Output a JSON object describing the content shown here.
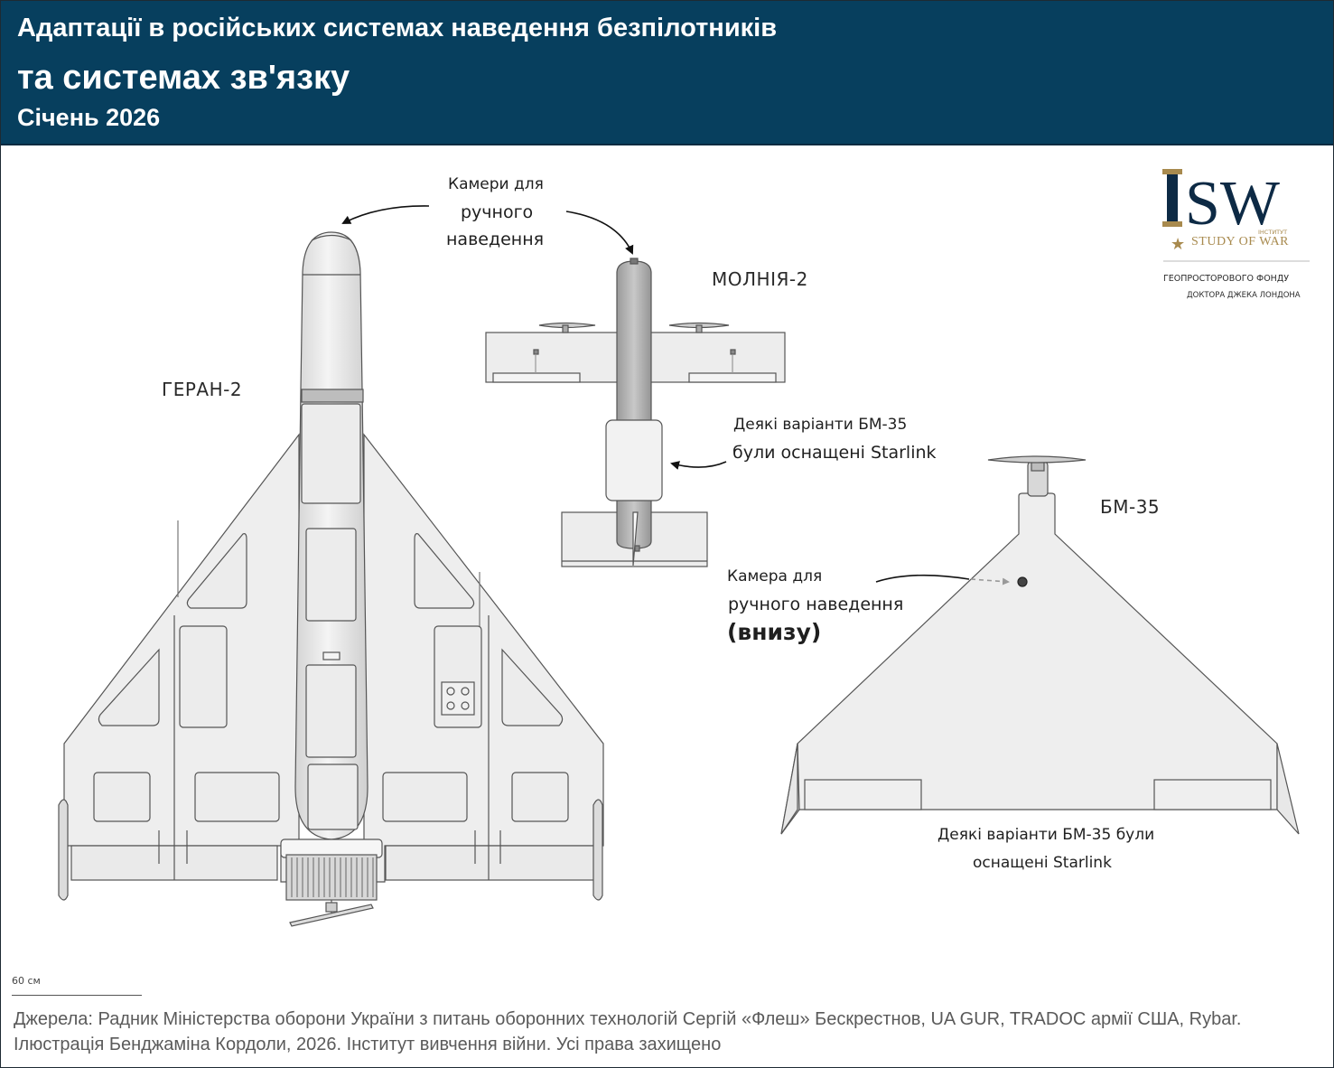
{
  "header": {
    "title_line1": "Адаптації в російських системах наведення безпілотників",
    "title_line2": "та системах зв'язку",
    "subtitle": "Січень 2026"
  },
  "logo": {
    "mark": "ISW",
    "small": "ІНСТИТУТ",
    "name": "STUDY OF WAR",
    "fund_line1": "ГЕОПРОСТОРОВОГО ФОНДУ",
    "fund_line2": "ДОКТОРА ДЖЕКА ЛОНДОНА"
  },
  "drones": {
    "geran": "ГЕРАН-2",
    "molniya": "МОЛНІЯ-2",
    "bm35": "БМ-35"
  },
  "annotations": {
    "cameras_line1": "Камери для",
    "cameras_line2": "ручного",
    "cameras_line3": "наведення",
    "bm35_starlink_line1": "Деякі варіанти БМ-35",
    "bm35_starlink_line2": "були оснащені Starlink",
    "camera_line1": "Камера для",
    "camera_line2": "ручного наведення",
    "camera_line3": "(внизу)",
    "bottom_starlink_line1": "Деякі варіанти БМ-35 були",
    "bottom_starlink_line2": "оснащені Starlink"
  },
  "scale": "60 см",
  "sources": "Джерела: Радник Міністерства оборони України з питань оборонних технологій Сергій «Флеш» Бескрестнов, UA GUR, TRADOC армії США, Rybar. Ілюстрація Бенджаміна Кордоли, 2026. Інститут вивчення війни. Усі права захищено",
  "colors": {
    "header_bg": "#073f5e",
    "logo_gold": "#a88a4e",
    "logo_navy": "#0d2a45"
  }
}
